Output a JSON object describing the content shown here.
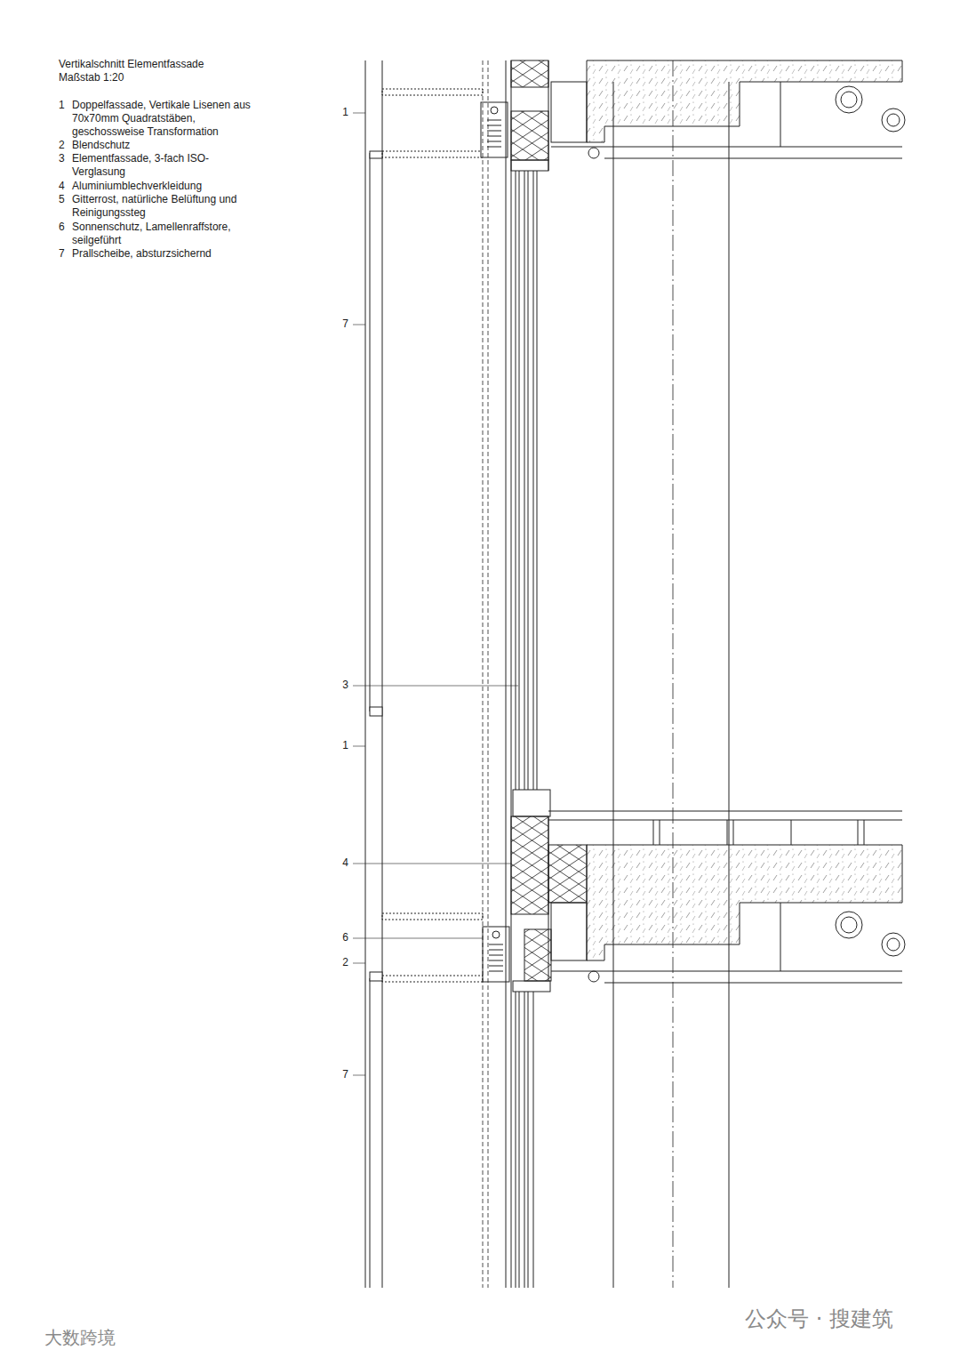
{
  "diagram": {
    "title": "Vertikalschnitt Elementfassade",
    "labels": [
      "Maßstab 1:20",
      "1",
      "Doppelfassade, Vertikale Lisenen aus 70x70mm Quadratstäben, geschossweise Transformation",
      "2",
      "Blendschutz",
      "3",
      "Elementfassade, 3-fach ISO-Verglasung",
      "4",
      "Aluminiumblechverkleidung",
      "5",
      "Gitterrost, natürliche Belüftung und Reinigungssteg",
      "6",
      "Sonnenschutz, Lamellenraffstore, seilgeführt",
      "7",
      "Prallscheibe, absturzsichernd",
      "1",
      "7",
      "3",
      "1",
      "4",
      "6",
      "2",
      "7",
      "公众号 · 搜建筑",
      "大数跨境"
    ]
  }
}
